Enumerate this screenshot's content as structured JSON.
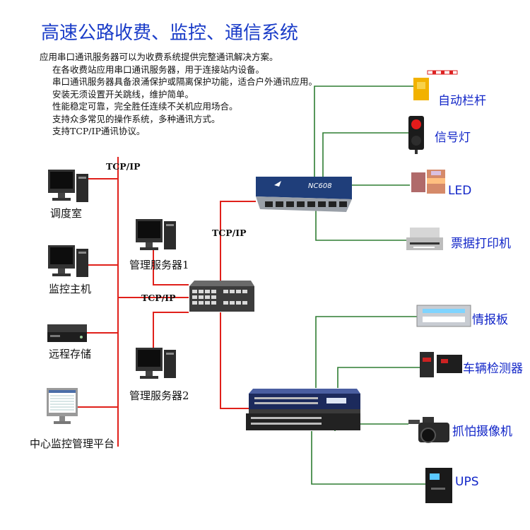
{
  "title": "高速公路收费、监控、通信系统",
  "description": [
    "应用串口通讯服务器可以为收费系统提供完整通讯解决方案。",
    "在各收费站应用串口通讯服务器，用于连接站内设备。",
    "串口通讯服务器具备浪涌保护或隔离保护功能，适合户外通讯应用。",
    "安装无须设置开关跳线，维护简单。",
    "性能稳定可靠，完全胜任连续不关机应用场合。",
    "支持众多常见的操作系统，多种通讯方式。",
    "支持TCP/IP通讯协议。"
  ],
  "tcp_labels": {
    "bus": "TCP/IP",
    "upper": "TCP/IP",
    "middle": "TCP/IP"
  },
  "left_devices": {
    "dispatch": "调度室",
    "monitor_host": "监控主机",
    "remote_storage": "远程存储",
    "central_platform": "中心监控管理平台"
  },
  "servers": {
    "server1": "管理服务器1",
    "server2": "管理服务器2"
  },
  "switch_label": "NC608",
  "right_devices": {
    "barrier": "自动栏杆",
    "signal": "信号灯",
    "led": "LED",
    "printer": "票据打印机",
    "info_board": "情报板",
    "vehicle_detector": "车辆检测器",
    "camera": "抓怕摄像机",
    "ups": "UPS"
  },
  "colors": {
    "title": "#1a3cc8",
    "red_line": "#e0201a",
    "green_line": "#2e7d32",
    "right_label": "#1226c8"
  }
}
